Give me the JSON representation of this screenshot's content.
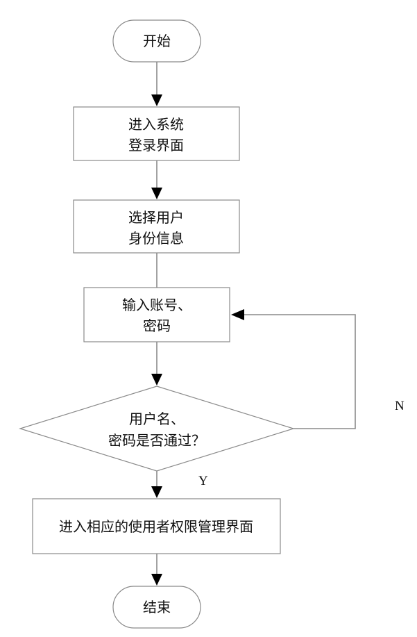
{
  "nodes": {
    "start": {
      "label": "开始"
    },
    "enter_login": {
      "line1": "进入系统",
      "line2": "登录界面"
    },
    "select_identity": {
      "line1": "选择用户",
      "line2": "身份信息"
    },
    "input_credentials": {
      "line1": "输入账号、",
      "line2": "密码"
    },
    "decision": {
      "line1": "用户名、",
      "line2": "密码是否通过？"
    },
    "enter_management": {
      "label": "进入相应的使用者权限管理界面"
    },
    "end": {
      "label": "结束"
    }
  },
  "branches": {
    "yes_label": "Y",
    "no_label": "N"
  },
  "colors": {
    "stroke": "#8a8a8a",
    "arrowhead": "#000000",
    "text": "#111111",
    "background": "#ffffff"
  }
}
